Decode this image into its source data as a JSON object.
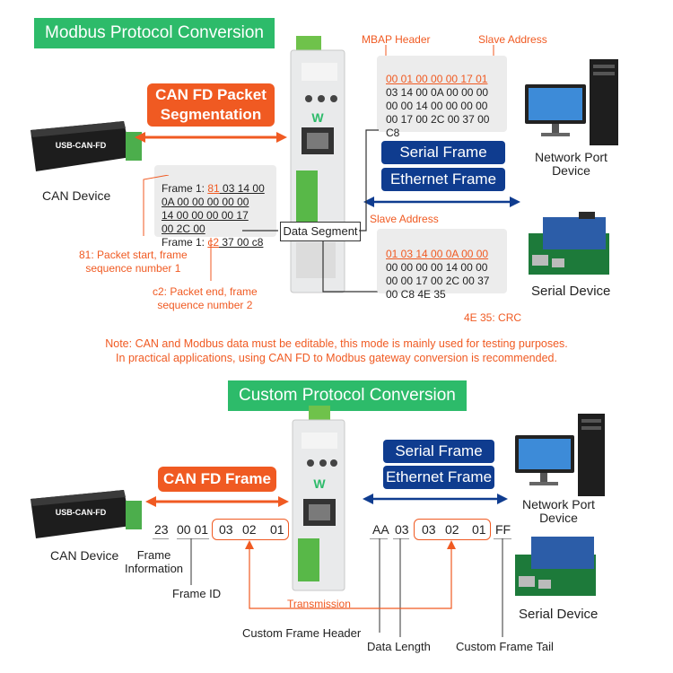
{
  "top": {
    "title": "Modbus Protocol Conversion",
    "can_pill": [
      "CAN FD Packet",
      "Segmentation"
    ],
    "mbap_label": "MBAP Header",
    "slave_label_top": "Slave Address",
    "eth_hex_lines": [
      "00 01 00 00 00 17 01",
      "03 14 00 0A 00 00 00",
      "00 00 14 00 00 00 00",
      "00 17 00 2C 00 37 00",
      "C8"
    ],
    "serial_frame": "Serial Frame",
    "ethernet_frame": "Ethernet Frame",
    "network_port_device": [
      "Network Port",
      "Device"
    ],
    "can_device": "CAN Device",
    "usb_label": "USB-CAN-FD",
    "frame1_lines": [
      "Frame 1: 81 03 14 00",
      "0A 00 00 00 00 00",
      "14 00 00 00 00 17",
      "00 2C 00"
    ],
    "frame1_prefix": "Frame 1: ",
    "frame1_81": "81",
    "frame1_rest": " 03 14 00",
    "frame2_prefix": "Frame 1: ",
    "frame2_c2": "c2",
    "frame2_rest": " 37 00 c8",
    "data_segment": "Data Segment",
    "slave_label_mid": "Slave Address",
    "serial_hex_lines": [
      "01 03 14 00 0A 00 00",
      "00 00 00 00 14 00 00",
      "00 00 17 00 2C 00 37",
      "00 C8 4E 35"
    ],
    "serial_device": "Serial Device",
    "note_81": [
      "81: Packet start, frame",
      "sequence number 1"
    ],
    "note_c2": [
      "c2: Packet end, frame",
      "sequence number 2"
    ],
    "note_crc": "4E 35: CRC",
    "note_lines": [
      "Note: CAN and Modbus data must be editable, this mode is mainly used for testing purposes.",
      "In practical applications, using CAN FD to Modbus gateway conversion is recommended."
    ]
  },
  "bottom": {
    "title": "Custom Protocol Conversion",
    "can_fd_frame": "CAN FD Frame",
    "serial_frame": "Serial Frame",
    "ethernet_frame": "Ethernet Frame",
    "network_port_device": [
      "Network Port",
      "Device"
    ],
    "can_device": "CAN Device",
    "usb_label": "USB-CAN-FD",
    "serial_device": "Serial Device",
    "left_tokens": [
      "23",
      "00 01"
    ],
    "left_data": [
      "03",
      "02",
      "01"
    ],
    "right_tokens": [
      "AA",
      "03"
    ],
    "right_data": [
      "03",
      "02",
      "01"
    ],
    "tail": "FF",
    "frame_information": [
      "Frame",
      "Information"
    ],
    "frame_id": "Frame ID",
    "transmission": "Transmission",
    "custom_frame_header": "Custom Frame Header",
    "data_length": "Data Length",
    "custom_frame_tail": "Custom Frame Tail"
  },
  "colors": {
    "orange": "#f05a22",
    "navy": "#0f3c8f",
    "green": "#2dbb6a",
    "gray_box": "#ececec"
  }
}
